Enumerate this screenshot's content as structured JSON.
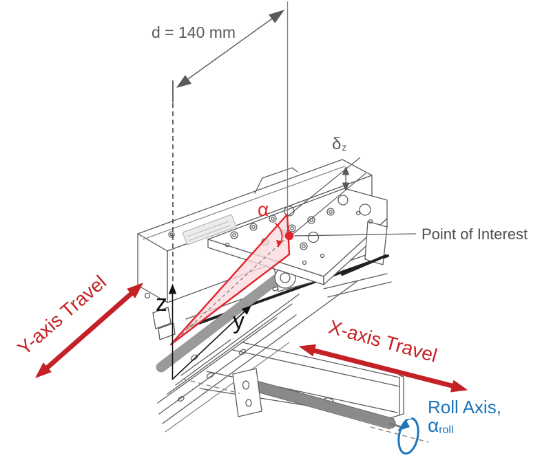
{
  "diagram": {
    "type": "technical-illustration",
    "subject": "two-axis linear translation stage with error-motion annotations"
  },
  "labels": {
    "dimension": "d = 140 mm",
    "delta": "δ",
    "delta_sub": "z",
    "alpha": "α",
    "poi": "Point of Interest",
    "z": "z",
    "y": "y",
    "y_travel": "Y-axis Travel",
    "x_travel": "X-axis Travel",
    "roll_line1": "Roll Axis,",
    "roll_alpha": "α",
    "roll_sub": "roll"
  },
  "colors": {
    "red": "#C42127",
    "bright_red": "#E3222A",
    "wedge_fill": "#F9D8DB",
    "blue": "#1B75BC",
    "line_gray": "#58595B",
    "text_gray": "#4D4D4D",
    "black": "#111111"
  }
}
